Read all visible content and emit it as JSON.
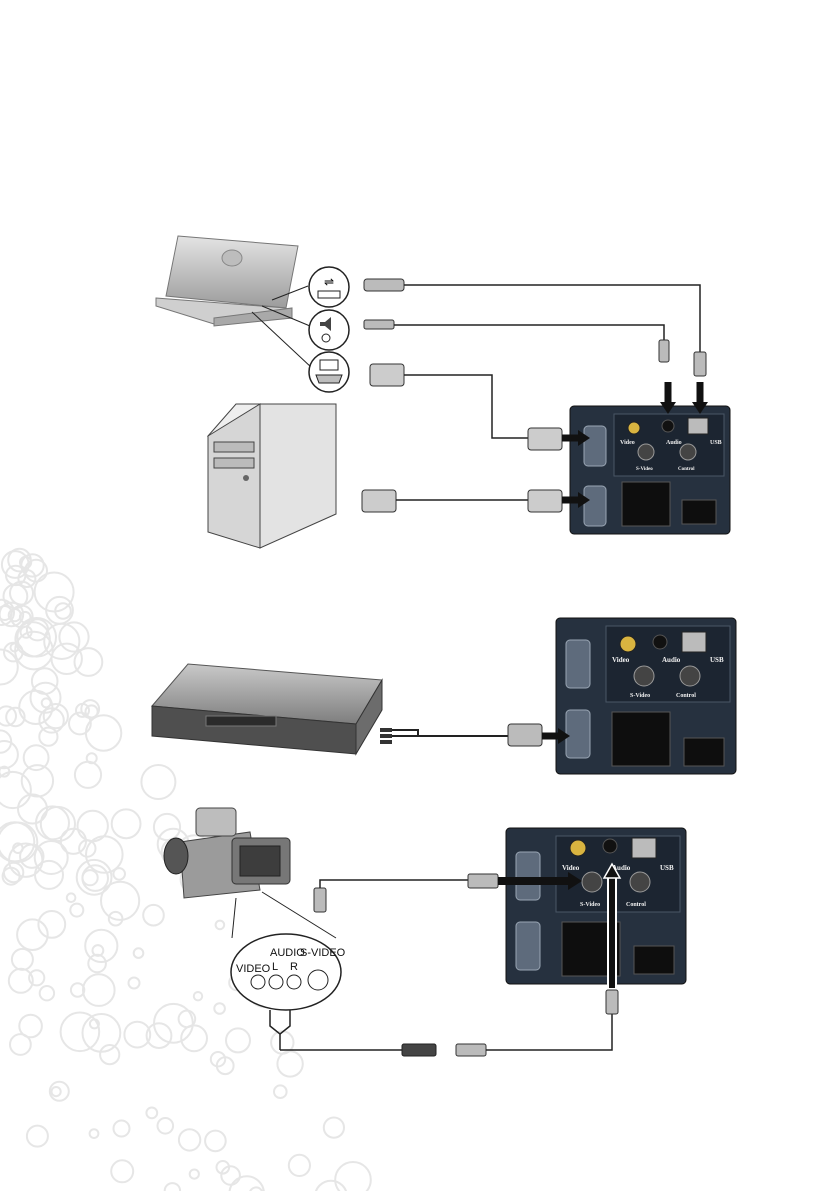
{
  "camcorder_jacks": {
    "audio": "AUDIO",
    "left": "L",
    "right": "R",
    "video": "VIDEO",
    "svideo": "S-VIDEO"
  },
  "panel_labels": {
    "video": "Video",
    "audio": "Audio",
    "usb": "USB",
    "svideo": "S-Video",
    "control": "Control"
  },
  "colors": {
    "panel": "#26313f",
    "cable": "#222222",
    "device": "#c4c4c4",
    "arrow": "#111111"
  }
}
